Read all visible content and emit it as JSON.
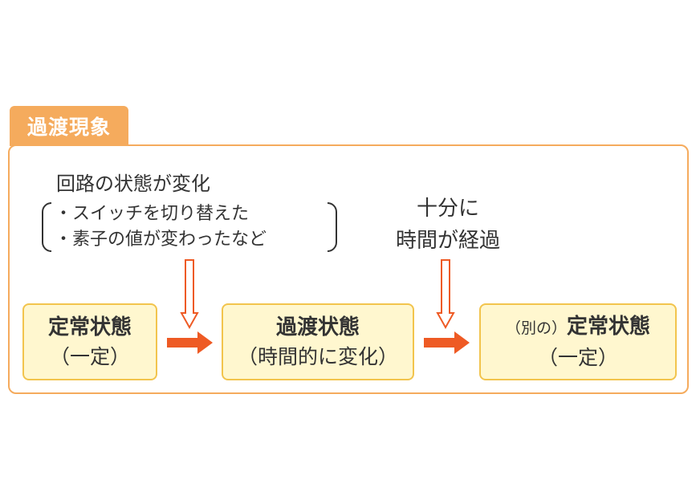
{
  "header": {
    "tab_label": "過渡現象"
  },
  "trigger": {
    "title": "回路の状態が変化",
    "items": [
      "・スイッチを切り替えた",
      "・素子の値が変わったなど"
    ]
  },
  "elapsed": {
    "line1": "十分に",
    "line2": "時間が経過"
  },
  "states": [
    {
      "title": "定常状態",
      "sub": "（一定）"
    },
    {
      "title": "過渡状態",
      "sub": "（時間的に変化）"
    },
    {
      "prefix": "（別の）",
      "title": "定常状態",
      "sub": "（一定）"
    }
  ],
  "colors": {
    "tab_bg": "#f5ab5d",
    "frame_border": "#f5ab5d",
    "box_bg": "#fff7cf",
    "box_border": "#f2c44d",
    "arrow_orange": "#ee5a24",
    "hollow_arrow": "#ee5a24"
  },
  "icons": [
    "hollow-down-arrow-icon",
    "right-arrow-icon"
  ]
}
